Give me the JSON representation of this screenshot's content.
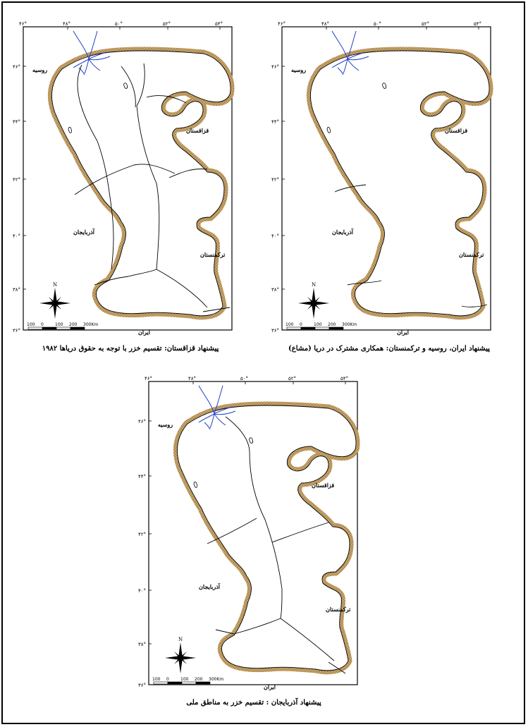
{
  "colors": {
    "shore": "#c9a56a",
    "shore_dots": "#8a6a3a",
    "rivers": "#2040c8",
    "lines": "#000000"
  },
  "ticks": {
    "top": [
      "۴۶°",
      "۴۸°",
      "۵۰°",
      "۵۲°",
      "۵۴°"
    ],
    "left": [
      "۴۶°",
      "۴۴°",
      "۴۲°",
      "۴۰°",
      "۳۸°",
      "۳۶°"
    ]
  },
  "countries": {
    "russia": "روسیه",
    "kazakhstan": "قزاقستان",
    "azerbaijan": "آذربایجان",
    "turkmenistan": "ترکمنستان",
    "iran": "ایران"
  },
  "compass_letter": "N",
  "scale_labels": [
    "100",
    "0",
    "100",
    "200",
    "300Km"
  ],
  "maps": [
    {
      "caption": "پیشنهاد قزاقستان: تقسیم خزر با توجه به حقوق دریاها ۱۹۸۲"
    },
    {
      "caption": "پیشنهاد ایران، روسیه و ترکمنستان: همکاری مشترک در دریا (مشاع)"
    },
    {
      "caption": "پیشنهاد آذربایجان : تقسیم خزر به مناطق ملی"
    }
  ]
}
